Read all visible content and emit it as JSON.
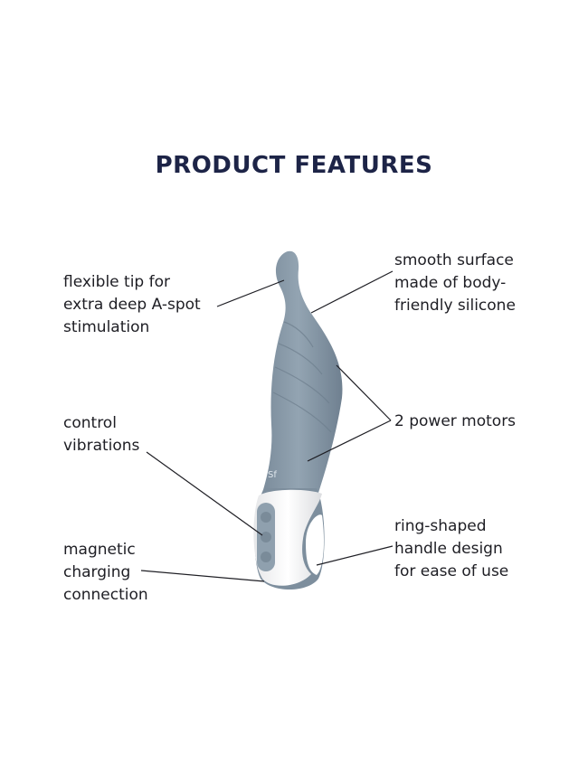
{
  "title": "PRODUCT FEATURES",
  "features": {
    "flexible_tip": [
      "flexible tip for",
      "extra deep A-spot",
      "stimulation"
    ],
    "control": [
      "control",
      "vibrations"
    ],
    "charging": [
      "magnetic",
      "charging",
      "connection"
    ],
    "surface": [
      "smooth surface",
      "made of body-",
      "friendly silicone"
    ],
    "motors": [
      "2 power motors"
    ],
    "handle": [
      "ring-shaped",
      "handle design",
      "for ease of use"
    ]
  },
  "colors": {
    "title": "#1d2447",
    "text": "#1e1e24",
    "product_body": "#8b9cab",
    "handle": "#f4f4f4",
    "lines": "#1e1e24"
  },
  "icons": {
    "button_top": "bolt-icon",
    "button_middle": "power-icon",
    "button_bottom": "bolt-icon"
  }
}
